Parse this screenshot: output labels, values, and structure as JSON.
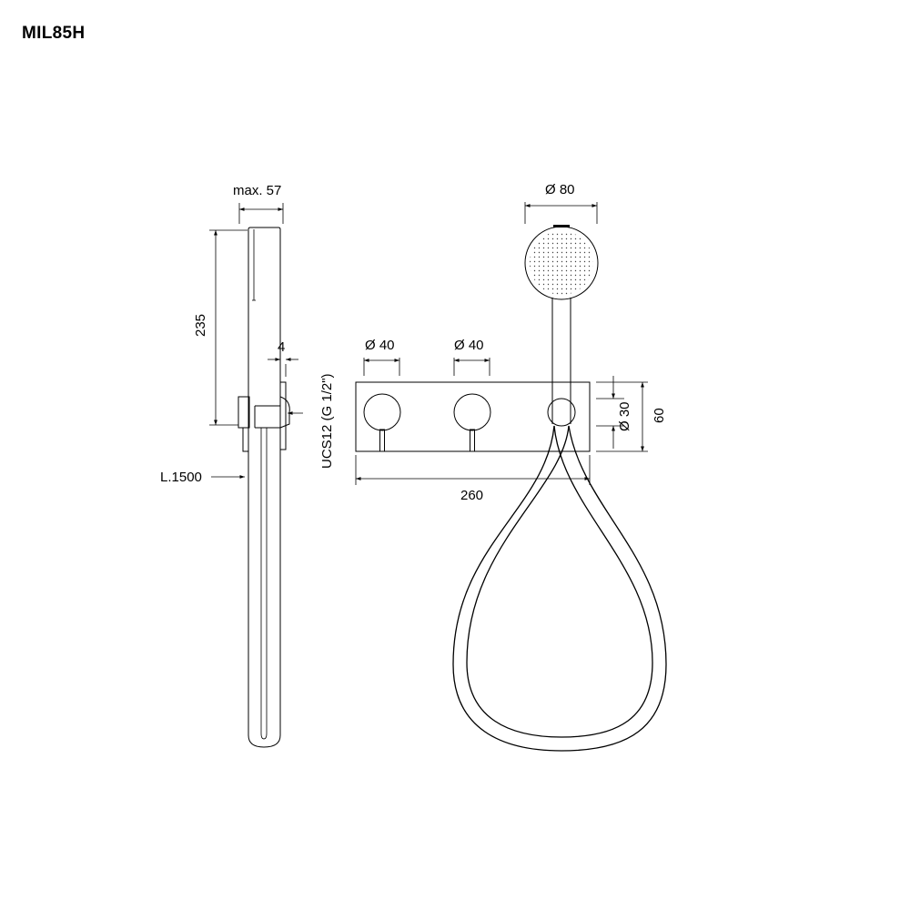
{
  "model_code": "MIL85H",
  "dimensions": {
    "side_depth": "max. 57",
    "side_height": "235",
    "side_bracket": "4",
    "hose_length": "L.1500",
    "knob1_diameter": "Ø 40",
    "knob2_diameter": "Ø 40",
    "shower_head_diameter": "Ø 80",
    "outlet_diameter": "Ø 30",
    "plate_height": "60",
    "plate_width": "260",
    "connection": "UCS12 (G 1/2\")"
  }
}
